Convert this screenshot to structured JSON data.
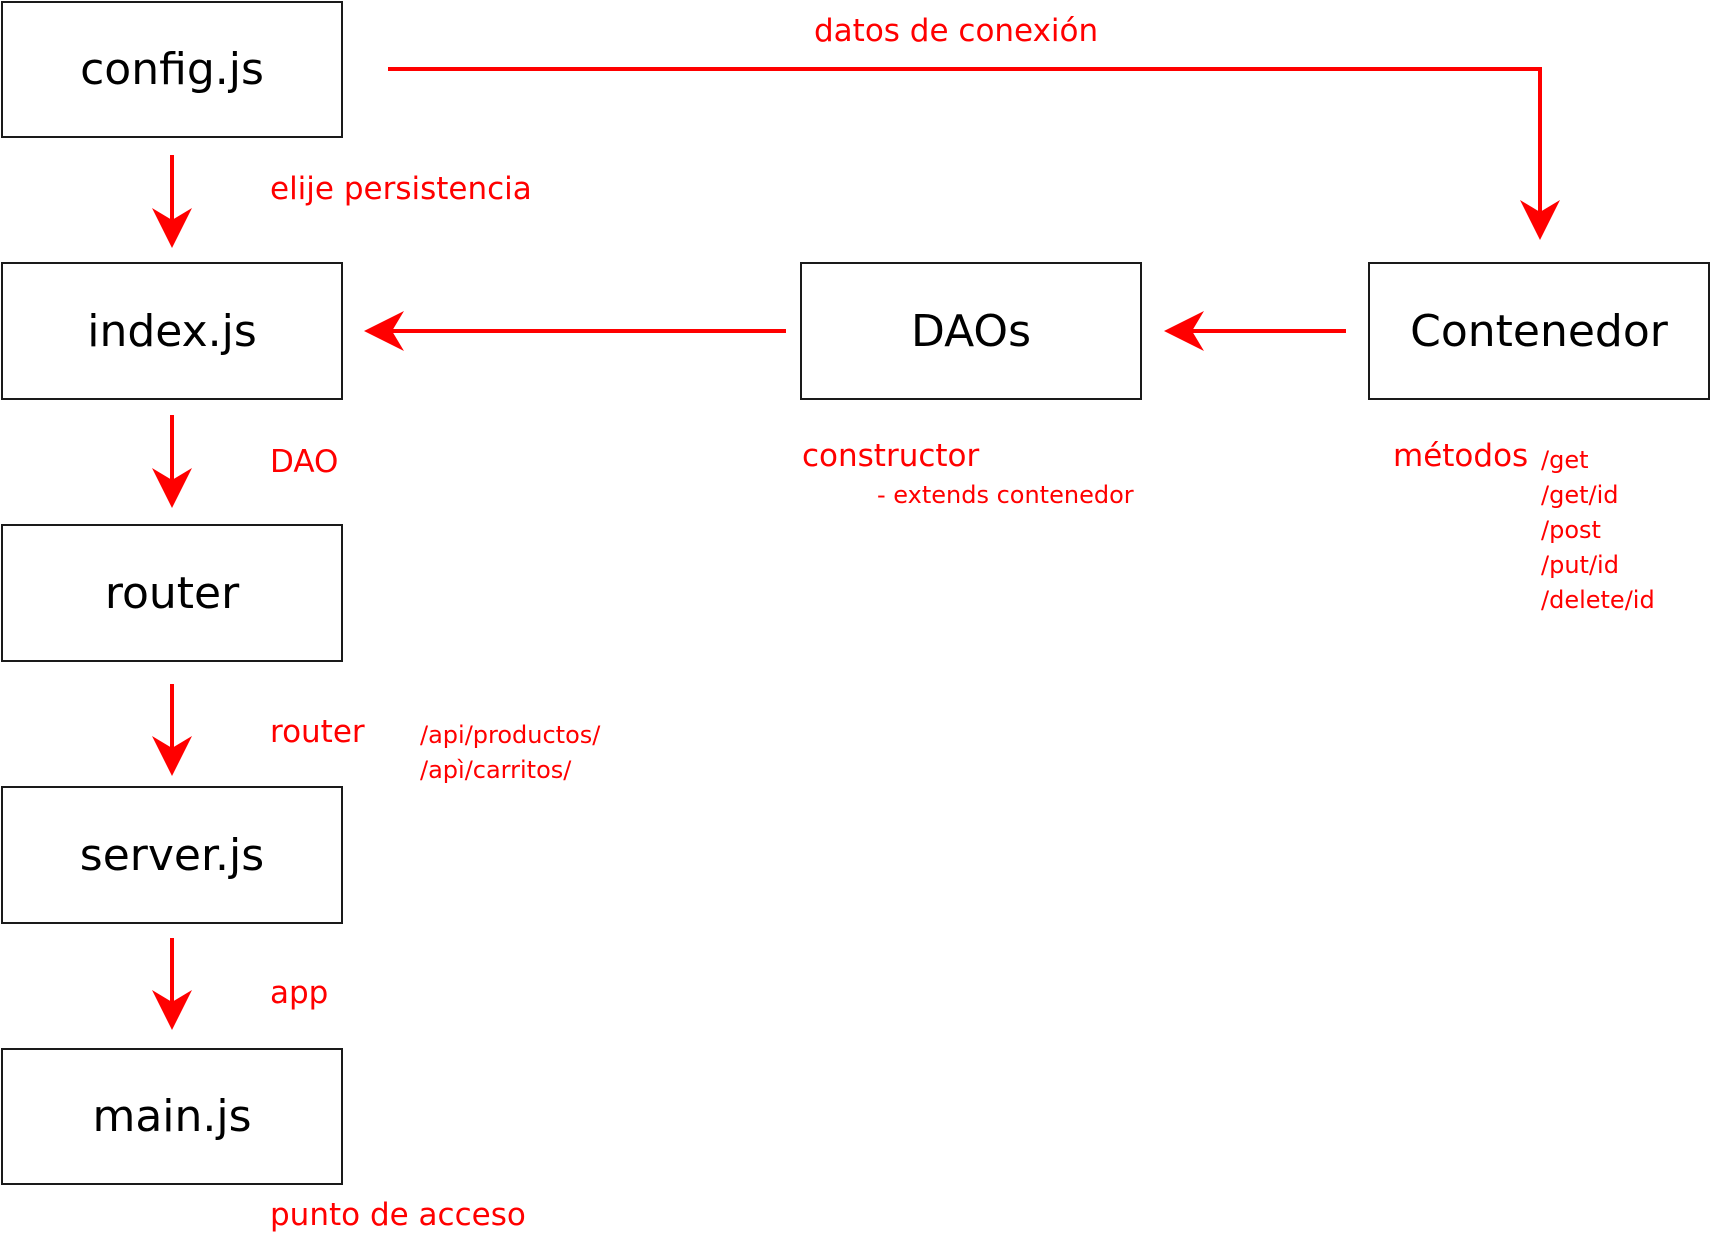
{
  "colors": {
    "arrow": "#ff0000",
    "label": "#ff0000",
    "box_border": "#1a1a1a",
    "box_text": "#000000"
  },
  "nodes": {
    "config": "config.js",
    "index": "index.js",
    "router": "router",
    "server": "server.js",
    "main": "main.js",
    "daos": "DAOs",
    "contenedor": "Contenedor"
  },
  "edge_labels": {
    "datos_conexion": "datos de conexión",
    "elije_persistencia": "elije persistencia",
    "dao": "DAO",
    "router": "router",
    "app": "app",
    "punto_acceso": "punto de acceso"
  },
  "notes": {
    "router_routes": [
      "/api/productos/",
      "/apì/carritos/"
    ],
    "constructor_title": "constructor",
    "constructor_detail": "- extends contenedor",
    "metodos_title": "métodos",
    "metodos_list": [
      "/get",
      "/get/id",
      "/post",
      "/put/id",
      "/delete/id"
    ]
  }
}
